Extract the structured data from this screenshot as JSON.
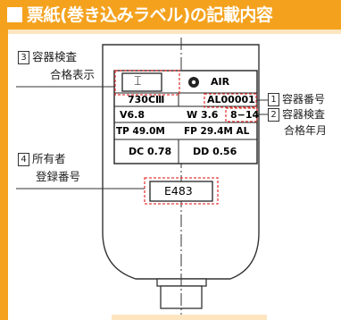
{
  "header": {
    "title": "票紙(巻き込みラベル)の記載内容"
  },
  "callouts": {
    "c3": {
      "num": "3",
      "line1": "容器検査",
      "line2": "合格表示"
    },
    "c4": {
      "num": "4",
      "line1": "所有者",
      "line2": "登録番号"
    },
    "c1": {
      "num": "1",
      "line1": "容器番号"
    },
    "c2": {
      "num": "2",
      "line1": "容器検査",
      "line2": "合格年月"
    }
  },
  "label": {
    "mark_symbol": "⌶",
    "gas": "AIR",
    "model": "730CⅢ",
    "serial": "AL00001",
    "v": "V6.8",
    "w": "W 3.6",
    "date": "8−14",
    "tp": "TP 49.0M",
    "fp": "FP 29.4M AL",
    "dc": "DC 0.78",
    "dd": "DD 0.56",
    "owner_code": "E483"
  },
  "colors": {
    "accent": "#f4a21e",
    "callout_red": "#e63a3a"
  }
}
